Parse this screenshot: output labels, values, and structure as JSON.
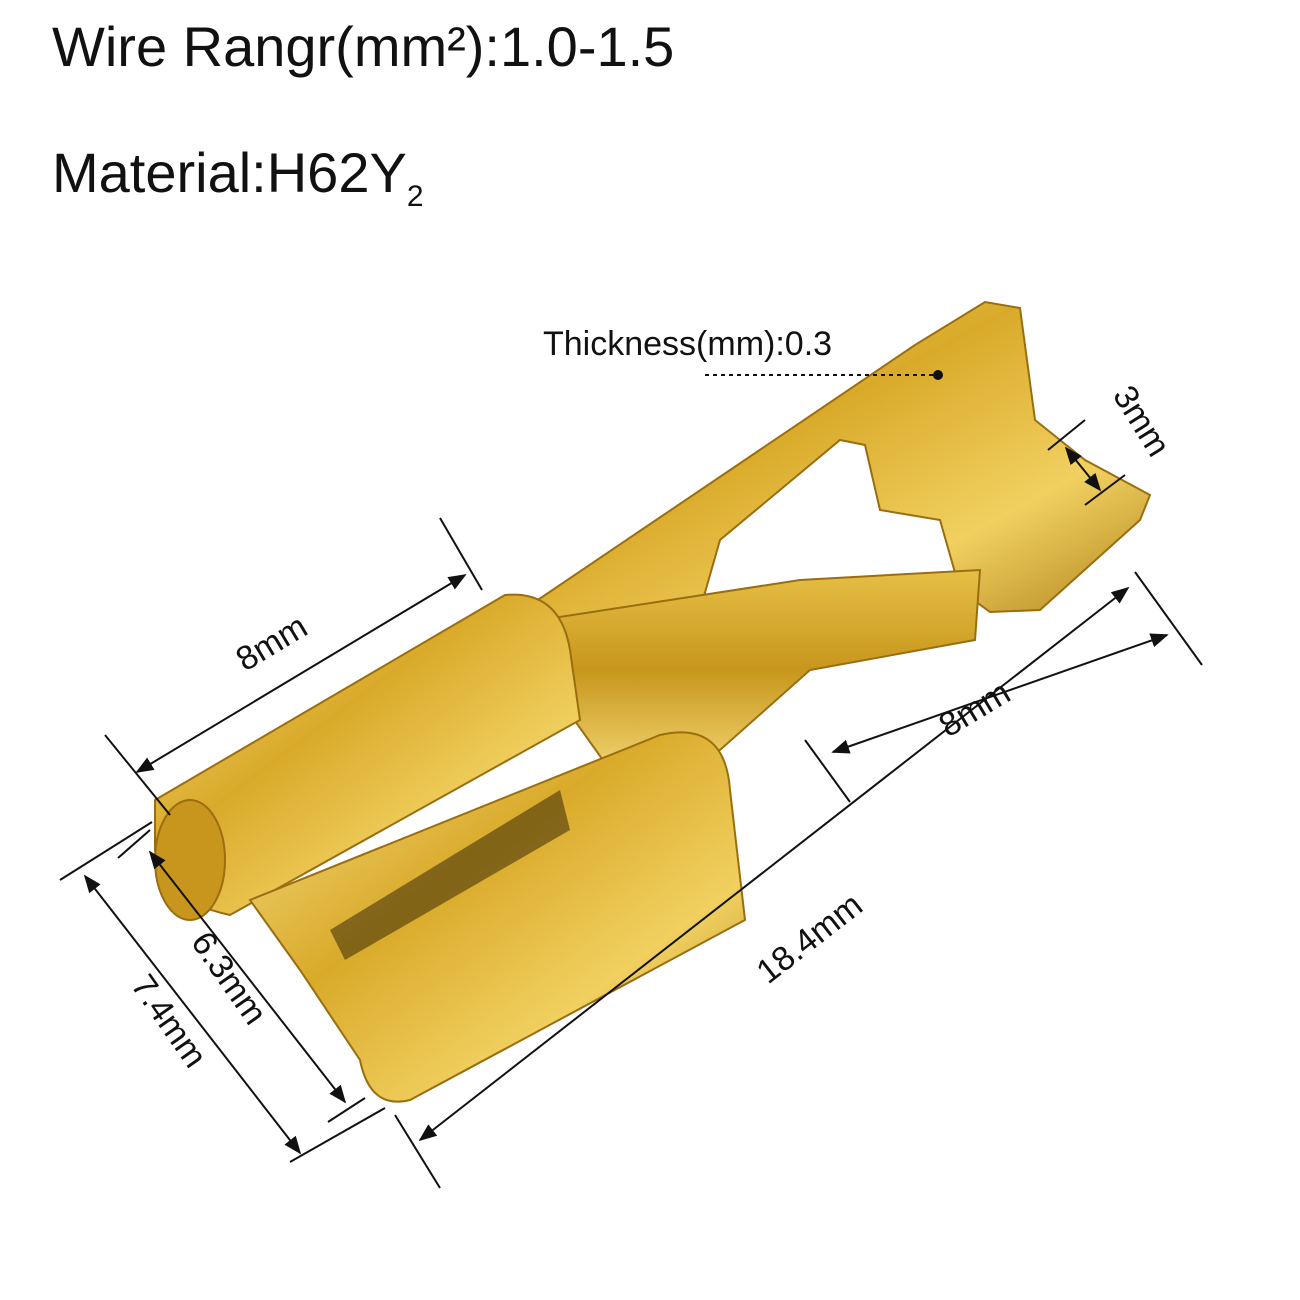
{
  "header": {
    "wire_range": "Wire Rangr(mm²):1.0-1.5",
    "material": "Material:H62Y",
    "material_subscript": "2"
  },
  "annotations": {
    "thickness": "Thickness(mm):0.3",
    "tab_height": "3mm",
    "receptacle_length": "8mm",
    "crimp_length": "8mm",
    "total_length": "18.4mm",
    "inner_width": "6.3mm",
    "outer_width": "7.4mm"
  },
  "colors": {
    "gold_light": "#f3d774",
    "gold_mid": "#d4a520",
    "gold_dark": "#9a6e10"
  }
}
